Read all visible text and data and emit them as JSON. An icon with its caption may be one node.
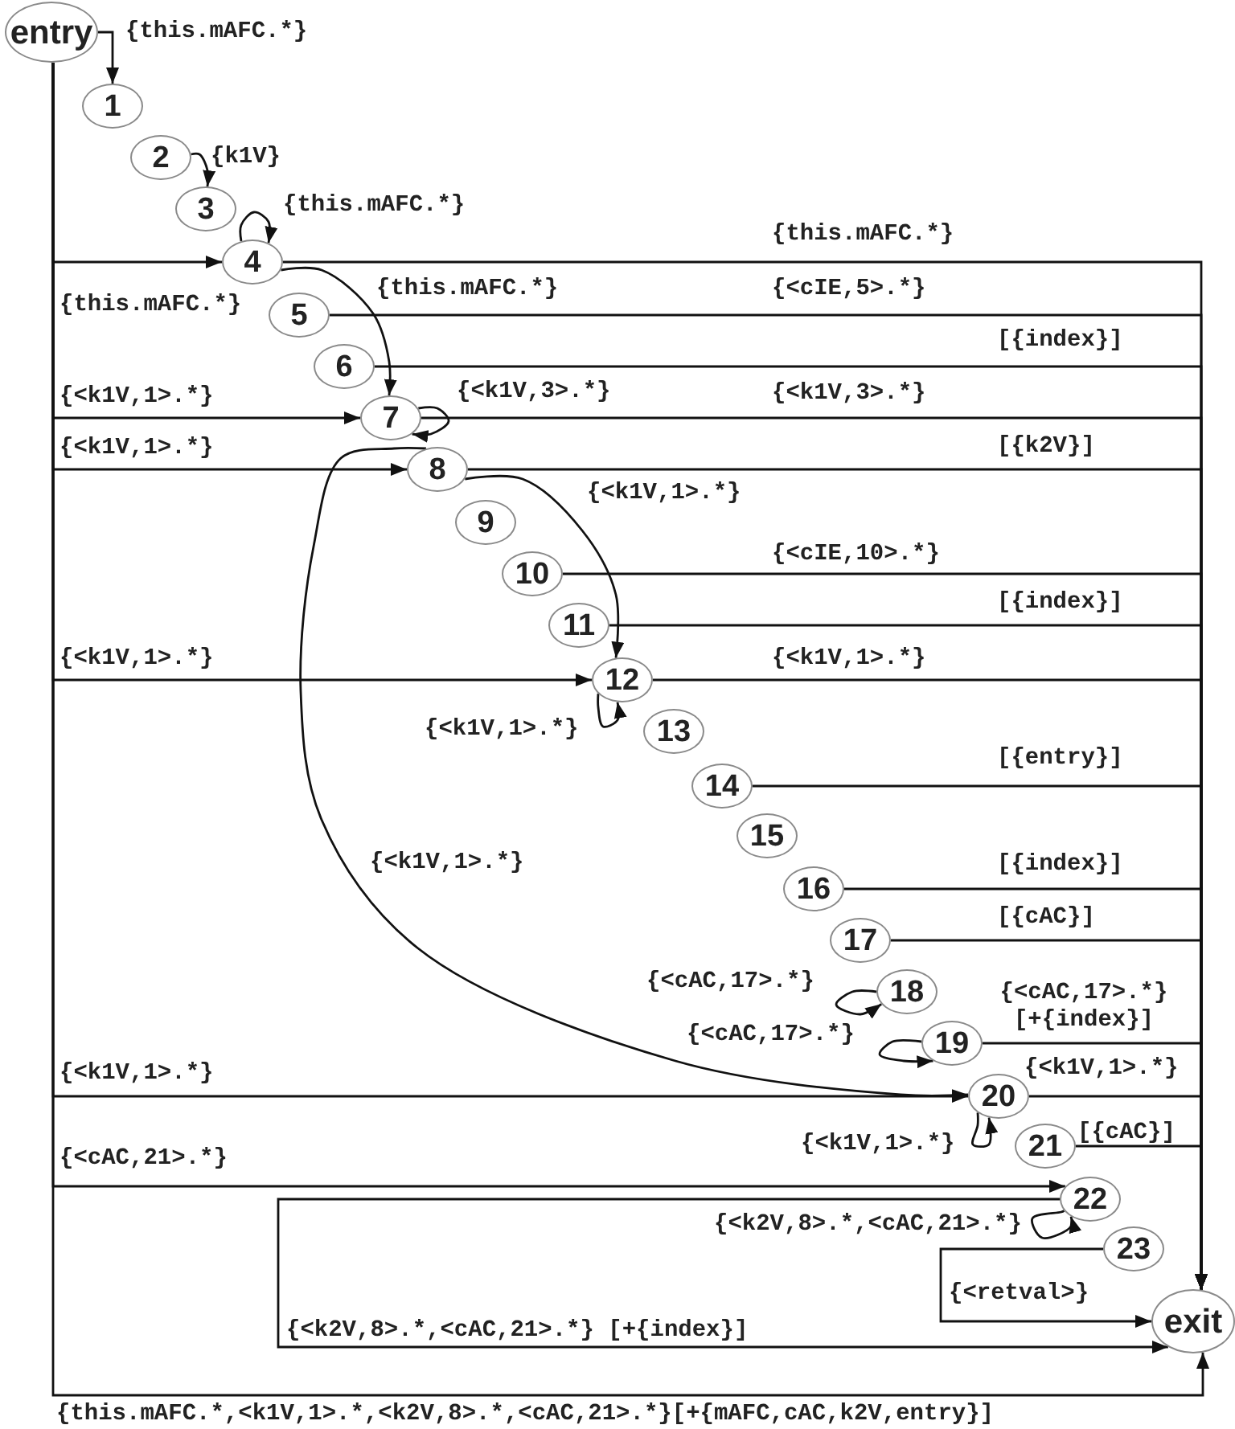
{
  "diagram": {
    "nodes": [
      {
        "text": [
          "entry"
        ]
      },
      {
        "text": [
          "1"
        ]
      },
      {
        "text": [
          "2"
        ]
      },
      {
        "text": [
          "3"
        ]
      },
      {
        "text": [
          "4"
        ]
      },
      {
        "text": [
          "5"
        ]
      },
      {
        "text": [
          "6"
        ]
      },
      {
        "text": [
          "7"
        ]
      },
      {
        "text": [
          "8"
        ]
      },
      {
        "text": [
          "9"
        ]
      },
      {
        "text": [
          "10"
        ]
      },
      {
        "text": [
          "11"
        ]
      },
      {
        "text": [
          "12"
        ]
      },
      {
        "text": [
          "13"
        ]
      },
      {
        "text": [
          "14"
        ]
      },
      {
        "text": [
          "15"
        ]
      },
      {
        "text": [
          "16"
        ]
      },
      {
        "text": [
          "17"
        ]
      },
      {
        "text": [
          "18"
        ]
      },
      {
        "text": [
          "19"
        ]
      },
      {
        "text": [
          "20"
        ]
      },
      {
        "text": [
          "21"
        ]
      },
      {
        "text": [
          "22"
        ]
      },
      {
        "text": [
          "23"
        ]
      },
      {
        "text": [
          "exit"
        ]
      }
    ],
    "edges": [
      {
        "from": 0,
        "to": 1,
        "arrow": "to",
        "label": "{this.mAFC.*}"
      },
      {
        "from": 2,
        "to": 3,
        "arrow": "to",
        "label": "{k1V}"
      },
      {
        "from": 4,
        "to": 4,
        "arrow": "to",
        "label": "{this.mAFC.*}"
      },
      {
        "from": 0,
        "to": 4,
        "arrow": "to",
        "label": "{this.mAFC.*}"
      },
      {
        "from": 4,
        "to": 24,
        "arrow": "to",
        "label": "{this.mAFC.*}"
      },
      {
        "from": 4,
        "to": 7,
        "arrow": "to",
        "label": "{this.mAFC.*}"
      },
      {
        "from": 5,
        "to": 24,
        "arrow": "to",
        "label": "{<cIE,5>.*}"
      },
      {
        "from": 6,
        "to": 24,
        "arrow": "to",
        "label": "[{index}]"
      },
      {
        "from": 0,
        "to": 7,
        "arrow": "to",
        "label": "{<k1V,1>.*}"
      },
      {
        "from": 7,
        "to": 7,
        "arrow": "to",
        "label": "{<k1V,3>.*}"
      },
      {
        "from": 7,
        "to": 24,
        "arrow": "to",
        "label": "{<k1V,3>.*}"
      },
      {
        "from": 0,
        "to": 8,
        "arrow": "to",
        "label": "{<k1V,1>.*}"
      },
      {
        "from": 8,
        "to": 24,
        "arrow": "to",
        "label": "[{k2V}]"
      },
      {
        "from": 8,
        "to": 12,
        "arrow": "to",
        "label": "{<k1V,1>.*}"
      },
      {
        "from": 8,
        "to": 20,
        "arrow": "to",
        "label": "{<k1V,1>.*}"
      },
      {
        "from": 10,
        "to": 24,
        "arrow": "to",
        "label": "{<cIE,10>.*}"
      },
      {
        "from": 11,
        "to": 24,
        "arrow": "to",
        "label": "[{index}]"
      },
      {
        "from": 0,
        "to": 12,
        "arrow": "to",
        "label": "{<k1V,1>.*}"
      },
      {
        "from": 12,
        "to": 12,
        "arrow": "to",
        "label": "{<k1V,1>.*}"
      },
      {
        "from": 12,
        "to": 24,
        "arrow": "to",
        "label": "{<k1V,1>.*}"
      },
      {
        "from": 14,
        "to": 24,
        "arrow": "to",
        "label": "[{entry}]"
      },
      {
        "from": 16,
        "to": 24,
        "arrow": "to",
        "label": "[{index}]"
      },
      {
        "from": 17,
        "to": 24,
        "arrow": "to",
        "label": "[{cAC}]"
      },
      {
        "from": 18,
        "to": 18,
        "arrow": "to",
        "label": "{<cAC,17>.*}"
      },
      {
        "from": 19,
        "to": 19,
        "arrow": "to",
        "label": "{<cAC,17>.*}"
      },
      {
        "from": 19,
        "to": 24,
        "arrow": "to",
        "label": "{<cAC,17>.*} [+{index}]"
      },
      {
        "from": 0,
        "to": 20,
        "arrow": "to",
        "label": "{<k1V,1>.*}"
      },
      {
        "from": 20,
        "to": 20,
        "arrow": "to",
        "label": "{<k1V,1>.*}"
      },
      {
        "from": 20,
        "to": 24,
        "arrow": "to",
        "label": "{<k1V,1>.*}"
      },
      {
        "from": 21,
        "to": 24,
        "arrow": "to",
        "label": "[{cAC}]"
      },
      {
        "from": 0,
        "to": 22,
        "arrow": "to",
        "label": "{<cAC,21>.*}"
      },
      {
        "from": 22,
        "to": 22,
        "arrow": "to",
        "label": "{<k2V,8>.*,<cAC,21>.*}"
      },
      {
        "from": 22,
        "to": 24,
        "arrow": "to",
        "label": "{<k2V,8>.*,<cAC,21>.*} [+{index}]"
      },
      {
        "from": 23,
        "to": 24,
        "arrow": "to",
        "label": "{<retval>}"
      },
      {
        "from": 0,
        "to": 24,
        "arrow": "to",
        "label": "{this.mAFC.*,<k1V,1>.*,<k2V,8>.*,<cAC,21>.*}[+{mAFC,cAC,k2V,entry}]"
      }
    ]
  }
}
